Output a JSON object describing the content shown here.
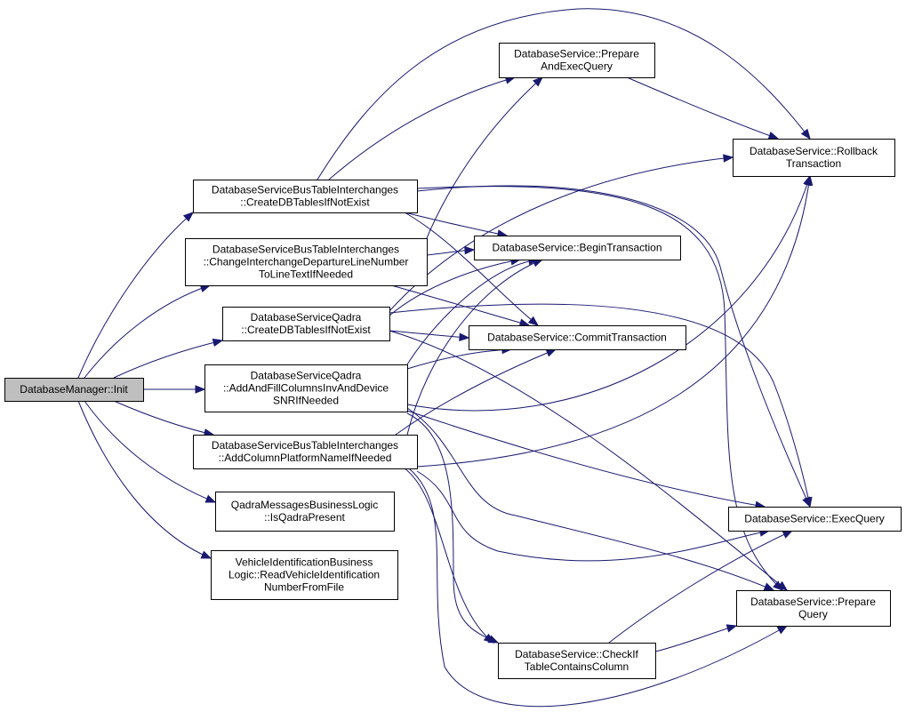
{
  "graph": {
    "type": "call-graph",
    "edge_color": "#191970",
    "root_fill": "#bfbfbf",
    "node_fill": "#ffffff",
    "nodes": [
      {
        "id": "init",
        "root": true,
        "lines": [
          "DatabaseManager::Init"
        ]
      },
      {
        "id": "bus_create",
        "lines": [
          "DatabaseServiceBusTableInterchanges",
          "::CreateDBTablesIfNotExist"
        ]
      },
      {
        "id": "bus_change",
        "lines": [
          "DatabaseServiceBusTableInterchanges",
          "::ChangeInterchangeDepartureLineNumber",
          "ToLineTextIfNeeded"
        ]
      },
      {
        "id": "qadra_create",
        "lines": [
          "DatabaseServiceQadra",
          "::CreateDBTablesIfNotExist"
        ]
      },
      {
        "id": "qadra_addfill",
        "lines": [
          "DatabaseServiceQadra",
          "::AddAndFillColumnsInvAndDevice",
          "SNRIfNeeded"
        ]
      },
      {
        "id": "bus_addcol",
        "lines": [
          "DatabaseServiceBusTableInterchanges",
          "::AddColumnPlatformNameIfNeeded"
        ]
      },
      {
        "id": "qadra_present",
        "lines": [
          "QadraMessagesBusinessLogic",
          "::IsQadraPresent"
        ]
      },
      {
        "id": "vehicle_read",
        "lines": [
          "VehicleIdentificationBusiness",
          "Logic::ReadVehicleIdentification",
          "NumberFromFile"
        ]
      },
      {
        "id": "prep_exec",
        "lines": [
          "DatabaseService::Prepare",
          "AndExecQuery"
        ]
      },
      {
        "id": "begin",
        "lines": [
          "DatabaseService::BeginTransaction"
        ]
      },
      {
        "id": "commit",
        "lines": [
          "DatabaseService::CommitTransaction"
        ]
      },
      {
        "id": "check_col",
        "lines": [
          "DatabaseService::CheckIf",
          "TableContainsColumn"
        ]
      },
      {
        "id": "rollback",
        "lines": [
          "DatabaseService::Rollback",
          "Transaction"
        ]
      },
      {
        "id": "exec",
        "lines": [
          "DatabaseService::ExecQuery"
        ]
      },
      {
        "id": "prepare",
        "lines": [
          "DatabaseService::Prepare",
          "Query"
        ]
      }
    ],
    "edges": [
      {
        "from": "init",
        "to": "bus_create"
      },
      {
        "from": "init",
        "to": "bus_change"
      },
      {
        "from": "init",
        "to": "qadra_create"
      },
      {
        "from": "init",
        "to": "qadra_addfill"
      },
      {
        "from": "init",
        "to": "bus_addcol"
      },
      {
        "from": "init",
        "to": "qadra_present"
      },
      {
        "from": "init",
        "to": "vehicle_read"
      },
      {
        "from": "bus_create",
        "to": "prep_exec"
      },
      {
        "from": "bus_create",
        "to": "rollback"
      },
      {
        "from": "bus_create",
        "to": "begin"
      },
      {
        "from": "bus_create",
        "to": "commit"
      },
      {
        "from": "bus_create",
        "to": "exec"
      },
      {
        "from": "bus_create",
        "to": "prepare"
      },
      {
        "from": "bus_change",
        "to": "prep_exec"
      },
      {
        "from": "bus_change",
        "to": "begin"
      },
      {
        "from": "bus_change",
        "to": "commit"
      },
      {
        "from": "qadra_create",
        "to": "rollback"
      },
      {
        "from": "qadra_create",
        "to": "begin"
      },
      {
        "from": "qadra_create",
        "to": "commit"
      },
      {
        "from": "qadra_create",
        "to": "exec"
      },
      {
        "from": "qadra_create",
        "to": "prepare"
      },
      {
        "from": "qadra_addfill",
        "to": "begin"
      },
      {
        "from": "qadra_addfill",
        "to": "commit"
      },
      {
        "from": "qadra_addfill",
        "to": "rollback"
      },
      {
        "from": "qadra_addfill",
        "to": "exec"
      },
      {
        "from": "qadra_addfill",
        "to": "check_col"
      },
      {
        "from": "qadra_addfill",
        "to": "prepare"
      },
      {
        "from": "bus_addcol",
        "to": "begin"
      },
      {
        "from": "bus_addcol",
        "to": "commit"
      },
      {
        "from": "bus_addcol",
        "to": "rollback"
      },
      {
        "from": "bus_addcol",
        "to": "exec"
      },
      {
        "from": "bus_addcol",
        "to": "check_col"
      },
      {
        "from": "bus_addcol",
        "to": "prepare"
      },
      {
        "from": "prep_exec",
        "to": "rollback"
      },
      {
        "from": "check_col",
        "to": "exec"
      },
      {
        "from": "check_col",
        "to": "prepare"
      }
    ]
  }
}
